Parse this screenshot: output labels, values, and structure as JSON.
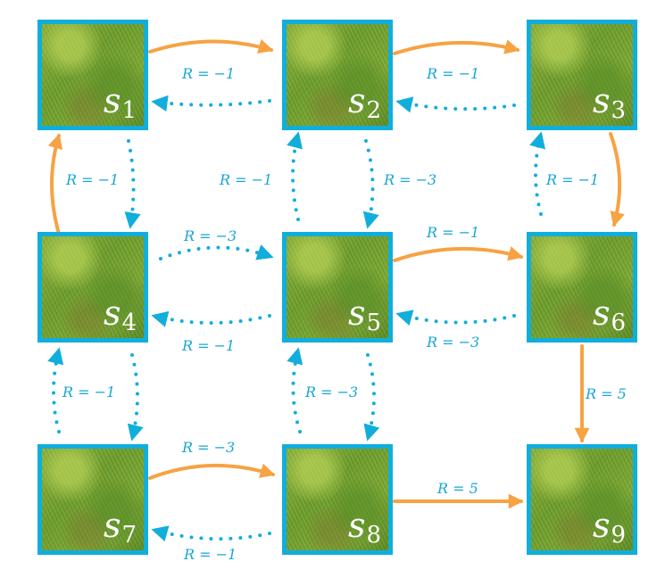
{
  "colors": {
    "border": "#11aedb",
    "deterministic_arrow": "#f7a243",
    "stochastic_arrow": "#11aedb",
    "reward_text": "#17a7d4",
    "state_label": "#ffffff"
  },
  "states": [
    {
      "id": "s1",
      "symbol": "s",
      "index": "1",
      "image": "grass-texture"
    },
    {
      "id": "s2",
      "symbol": "s",
      "index": "2",
      "image": "grass-texture"
    },
    {
      "id": "s3",
      "symbol": "s",
      "index": "3",
      "image": "grass-texture"
    },
    {
      "id": "s4",
      "symbol": "s",
      "index": "4",
      "image": "grass-texture"
    },
    {
      "id": "s5",
      "symbol": "s",
      "index": "5",
      "image": "grass-texture"
    },
    {
      "id": "s6",
      "symbol": "s",
      "index": "6",
      "image": "grass-texture"
    },
    {
      "id": "s7",
      "symbol": "s",
      "index": "7",
      "image": "grass-texture"
    },
    {
      "id": "s8",
      "symbol": "s",
      "index": "8",
      "image": "grass-texture"
    },
    {
      "id": "s9",
      "symbol": "s",
      "index": "9",
      "image": "grass-texture"
    }
  ],
  "rewards": {
    "r_s2_s1": "R = −1",
    "r_s3_s2": "R = −1",
    "r_s4_s1": "R = −1",
    "r_s5_s2": "R = −1",
    "r_s2_s5": "R = −3",
    "r_s6_s3": "R = −1",
    "r_s4_s5": "R = −3",
    "r_s5_s6": "R = −1",
    "r_s5_s4": "R = −1",
    "r_s6_s5": "R = −3",
    "r_s4_s7": "R = −1",
    "r_s8_s5": "R = −3",
    "r_s6_s9": "R = 5",
    "r_s7_s8": "R = −3",
    "r_s8_s9": "R = 5",
    "r_s8_s7": "R = −1"
  },
  "transitions": [
    {
      "from": "s1",
      "to": "s2",
      "style": "solid"
    },
    {
      "from": "s2",
      "to": "s1",
      "style": "dotted"
    },
    {
      "from": "s2",
      "to": "s3",
      "style": "solid"
    },
    {
      "from": "s3",
      "to": "s2",
      "style": "dotted"
    },
    {
      "from": "s1",
      "to": "s4",
      "style": "dotted"
    },
    {
      "from": "s4",
      "to": "s1",
      "style": "solid"
    },
    {
      "from": "s2",
      "to": "s5",
      "style": "dotted"
    },
    {
      "from": "s5",
      "to": "s2",
      "style": "dotted"
    },
    {
      "from": "s3",
      "to": "s6",
      "style": "solid"
    },
    {
      "from": "s6",
      "to": "s3",
      "style": "dotted"
    },
    {
      "from": "s4",
      "to": "s5",
      "style": "dotted"
    },
    {
      "from": "s5",
      "to": "s4",
      "style": "dotted"
    },
    {
      "from": "s5",
      "to": "s6",
      "style": "solid"
    },
    {
      "from": "s6",
      "to": "s5",
      "style": "dotted"
    },
    {
      "from": "s4",
      "to": "s7",
      "style": "dotted"
    },
    {
      "from": "s7",
      "to": "s4",
      "style": "dotted"
    },
    {
      "from": "s5",
      "to": "s8",
      "style": "dotted"
    },
    {
      "from": "s8",
      "to": "s5",
      "style": "dotted"
    },
    {
      "from": "s6",
      "to": "s9",
      "style": "solid"
    },
    {
      "from": "s7",
      "to": "s8",
      "style": "solid"
    },
    {
      "from": "s8",
      "to": "s7",
      "style": "dotted"
    },
    {
      "from": "s8",
      "to": "s9",
      "style": "solid"
    }
  ]
}
